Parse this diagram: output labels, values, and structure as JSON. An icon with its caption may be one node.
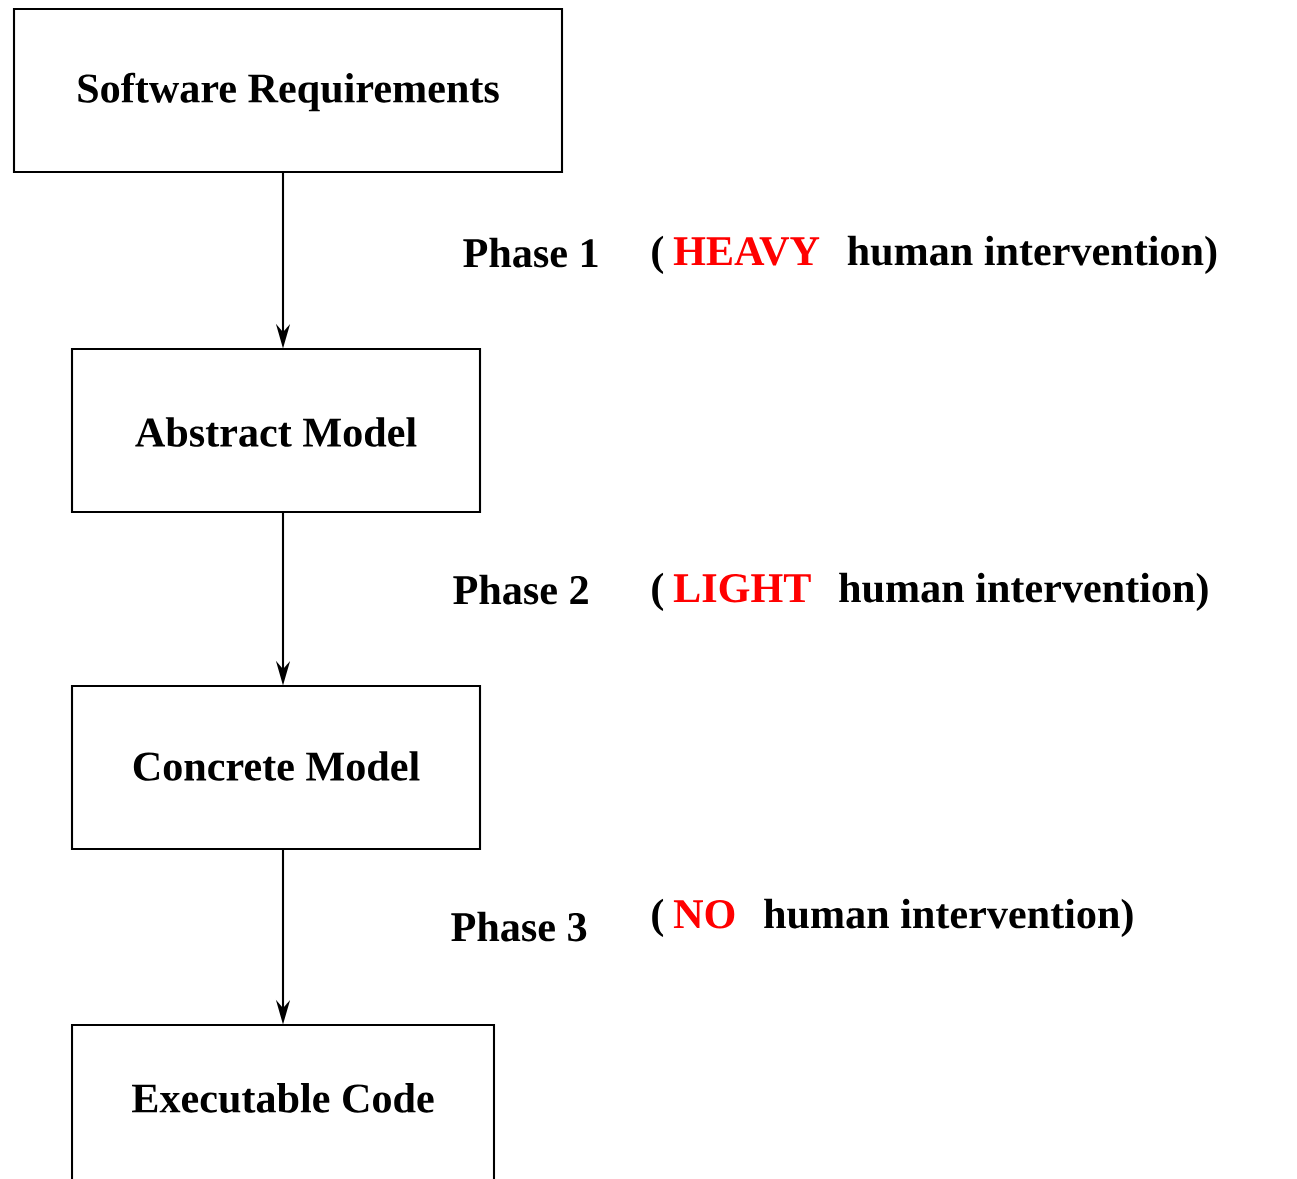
{
  "diagram": {
    "nodes": [
      {
        "text": [
          "Software Requirements"
        ]
      },
      {
        "text": [
          "Abstract Model"
        ]
      },
      {
        "text": [
          "Concrete Model"
        ]
      },
      {
        "text": [
          "Executable Code"
        ]
      }
    ],
    "edges": [
      {
        "from": 0,
        "to": 1,
        "arrow": "to",
        "label": "Phase 1"
      },
      {
        "from": 1,
        "to": 2,
        "arrow": "to",
        "label": "Phase 2"
      },
      {
        "from": 2,
        "to": 3,
        "arrow": "to",
        "label": "Phase 3"
      }
    ],
    "labels": [
      "(",
      "HEAVY",
      "human intervention)",
      "(",
      "LIGHT",
      "human intervention)",
      "(",
      "NO",
      "human intervention)"
    ]
  }
}
